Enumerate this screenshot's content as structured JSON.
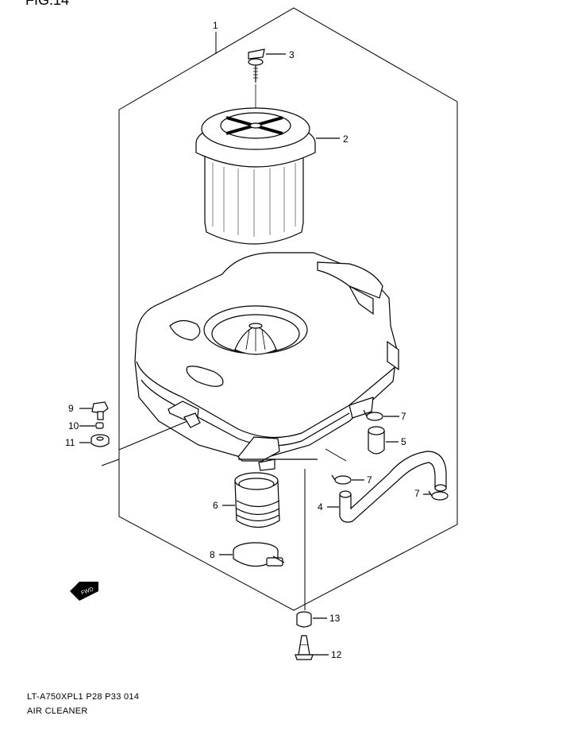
{
  "figure_title": "FIG.14",
  "callouts": {
    "c1": "1",
    "c2": "2",
    "c3": "3",
    "c4": "4",
    "c5": "5",
    "c6": "6",
    "c7a": "7",
    "c7b": "7",
    "c7c": "7",
    "c8": "8",
    "c9": "9",
    "c10": "10",
    "c11": "11",
    "c12": "12",
    "c13": "13"
  },
  "fwd_label": "FWD",
  "diagram_code": "LT-A750XPL1 P28 P33 014",
  "diagram_name": "AIR CLEANER"
}
